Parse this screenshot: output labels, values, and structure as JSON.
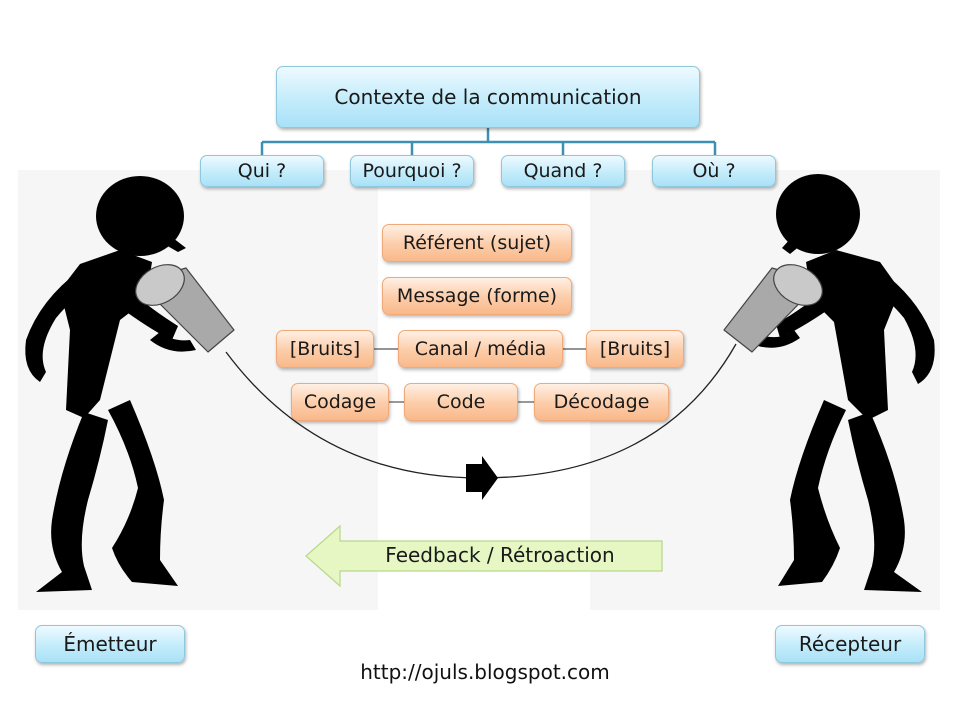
{
  "context": {
    "title": "Contexte de la communication",
    "questions": [
      "Qui ?",
      "Pourquoi ?",
      "Quand ?",
      "Où ?"
    ]
  },
  "elements": {
    "referent": "Référent (sujet)",
    "message": "Message (forme)",
    "noise_left": "[Bruits]",
    "channel": "Canal / média",
    "noise_right": "[Bruits]",
    "encoding": "Codage",
    "code": "Code",
    "decoding": "Décodage"
  },
  "feedback": "Feedback / Rétroaction",
  "sender": "Émetteur",
  "receiver": "Récepteur",
  "url": "http://ojuls.blogspot.com",
  "colors": {
    "blue_box": "#c3ecfb",
    "orange_box": "#fccca8",
    "feedback_arrow": "#e6f7c4",
    "connector": "#3d90b0"
  }
}
